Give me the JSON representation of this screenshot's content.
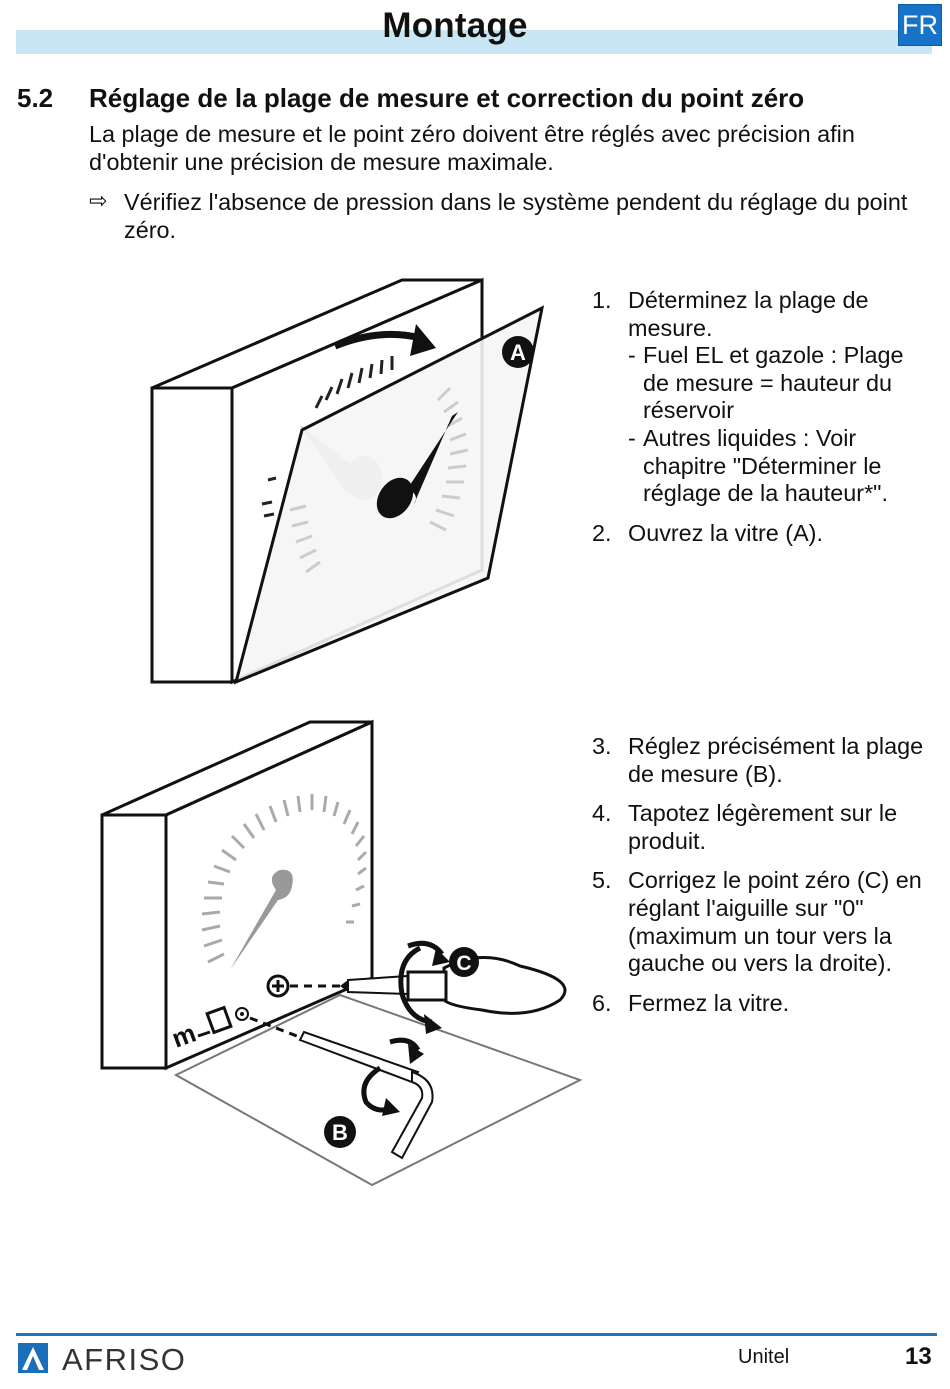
{
  "header": {
    "title": "Montage",
    "lang": "FR"
  },
  "section": {
    "number": "5.2",
    "title": "Réglage de la plage de mesure et correction du point zéro",
    "intro": "La plage de mesure et le point zéro doivent être réglés avec précision afin d'obtenir une précision de mesure maximale.",
    "note_arrow": "⇨",
    "note": "Vérifiez l'absence de pression dans le système pendent du réglage du point zéro."
  },
  "steps_a": [
    {
      "num": "1.",
      "text": "Déterminez la plage de mesure.",
      "subs": [
        "Fuel EL et gazole : Plage de mesure = hauteur du réservoir",
        "Autres liquides : Voir chapitre \"Déterminer le réglage de la hauteur*\"."
      ]
    },
    {
      "num": "2.",
      "text": "Ouvrez la vitre (A)."
    }
  ],
  "steps_b": [
    {
      "num": "3.",
      "text": "Réglez précisément la plage de mesure (B)."
    },
    {
      "num": "4.",
      "text": "Tapotez légèrement sur le produit."
    },
    {
      "num": "5.",
      "text": "Corrigez le point zéro (C) en réglant l'aiguille sur \"0\" (maximum un tour vers la gauche ou vers la droite)."
    },
    {
      "num": "6.",
      "text": "Fermez la vitre."
    }
  ],
  "figure_a": {
    "callout": "A"
  },
  "figure_b": {
    "callout_b": "B",
    "callout_c": "C",
    "m_label": "m"
  },
  "footer": {
    "brand": "AFRISO",
    "product": "Unitel",
    "page": "13"
  },
  "colors": {
    "accent": "#1a78c2",
    "header_band": "#c9e6f5",
    "badge": "#1673c8"
  }
}
